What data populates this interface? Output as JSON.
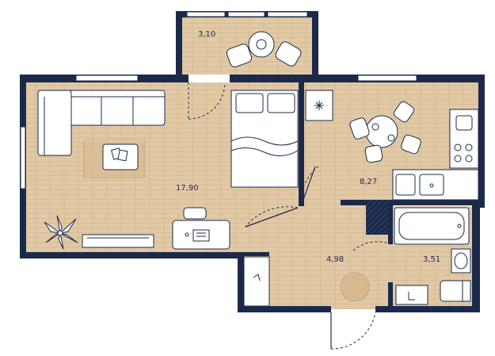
{
  "rooms": {
    "balcony": {
      "area": "3,10"
    },
    "living": {
      "area": "17,90"
    },
    "kitchen": {
      "area": "8,27"
    },
    "hall": {
      "area": "4,98"
    },
    "bathroom": {
      "area": "3,51"
    }
  },
  "colors": {
    "wall": "#1b2a4a",
    "floor": "#e2c9a5",
    "floor_line": "#d2b48c",
    "rug": "#d9bd95",
    "furniture": "#ffffff",
    "furniture_stroke": "#1b2a4a",
    "label": "#1b2a4a"
  },
  "icons": [
    "snowflake-icon",
    "sink-icon",
    "stove-icon",
    "plant-icon",
    "toilet-icon",
    "bathtub-icon"
  ]
}
